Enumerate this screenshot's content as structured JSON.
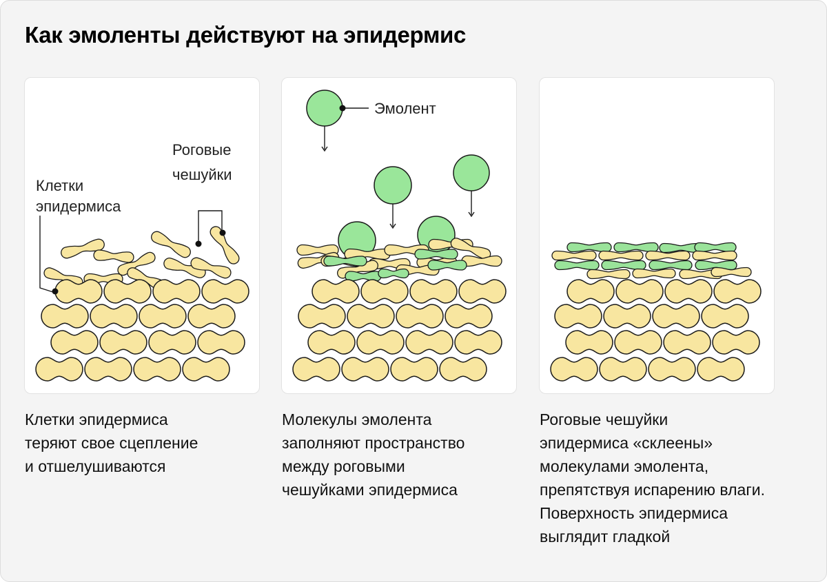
{
  "title": "Как эмоленты действуют на эпидермис",
  "panel1": {
    "label_cells": [
      "Клетки",
      "эпидермиса"
    ],
    "label_scales": [
      "Роговые",
      "чешуйки"
    ]
  },
  "panel2": {
    "label_emollient": "Эмолент"
  },
  "captions": {
    "panel1": [
      "Клетки эпидермиса",
      "теряют свое сцепление",
      "и отшелушиваются"
    ],
    "panel2": [
      "Молекулы эмолента",
      "заполняют пространство",
      "между роговыми",
      "чешуйками эпидермиса"
    ],
    "panel3": [
      "Роговые чешуйки",
      "эпидермиса «склеены»",
      "молекулами эмолента,",
      "препятствуя испарению влаги.",
      "Поверхность эпидермиса",
      "выглядит гладкой"
    ]
  },
  "colors": {
    "cell_fill": "#f8e6a0",
    "emollient_fill": "#9ae69a",
    "outline": "#1a1a1a"
  }
}
